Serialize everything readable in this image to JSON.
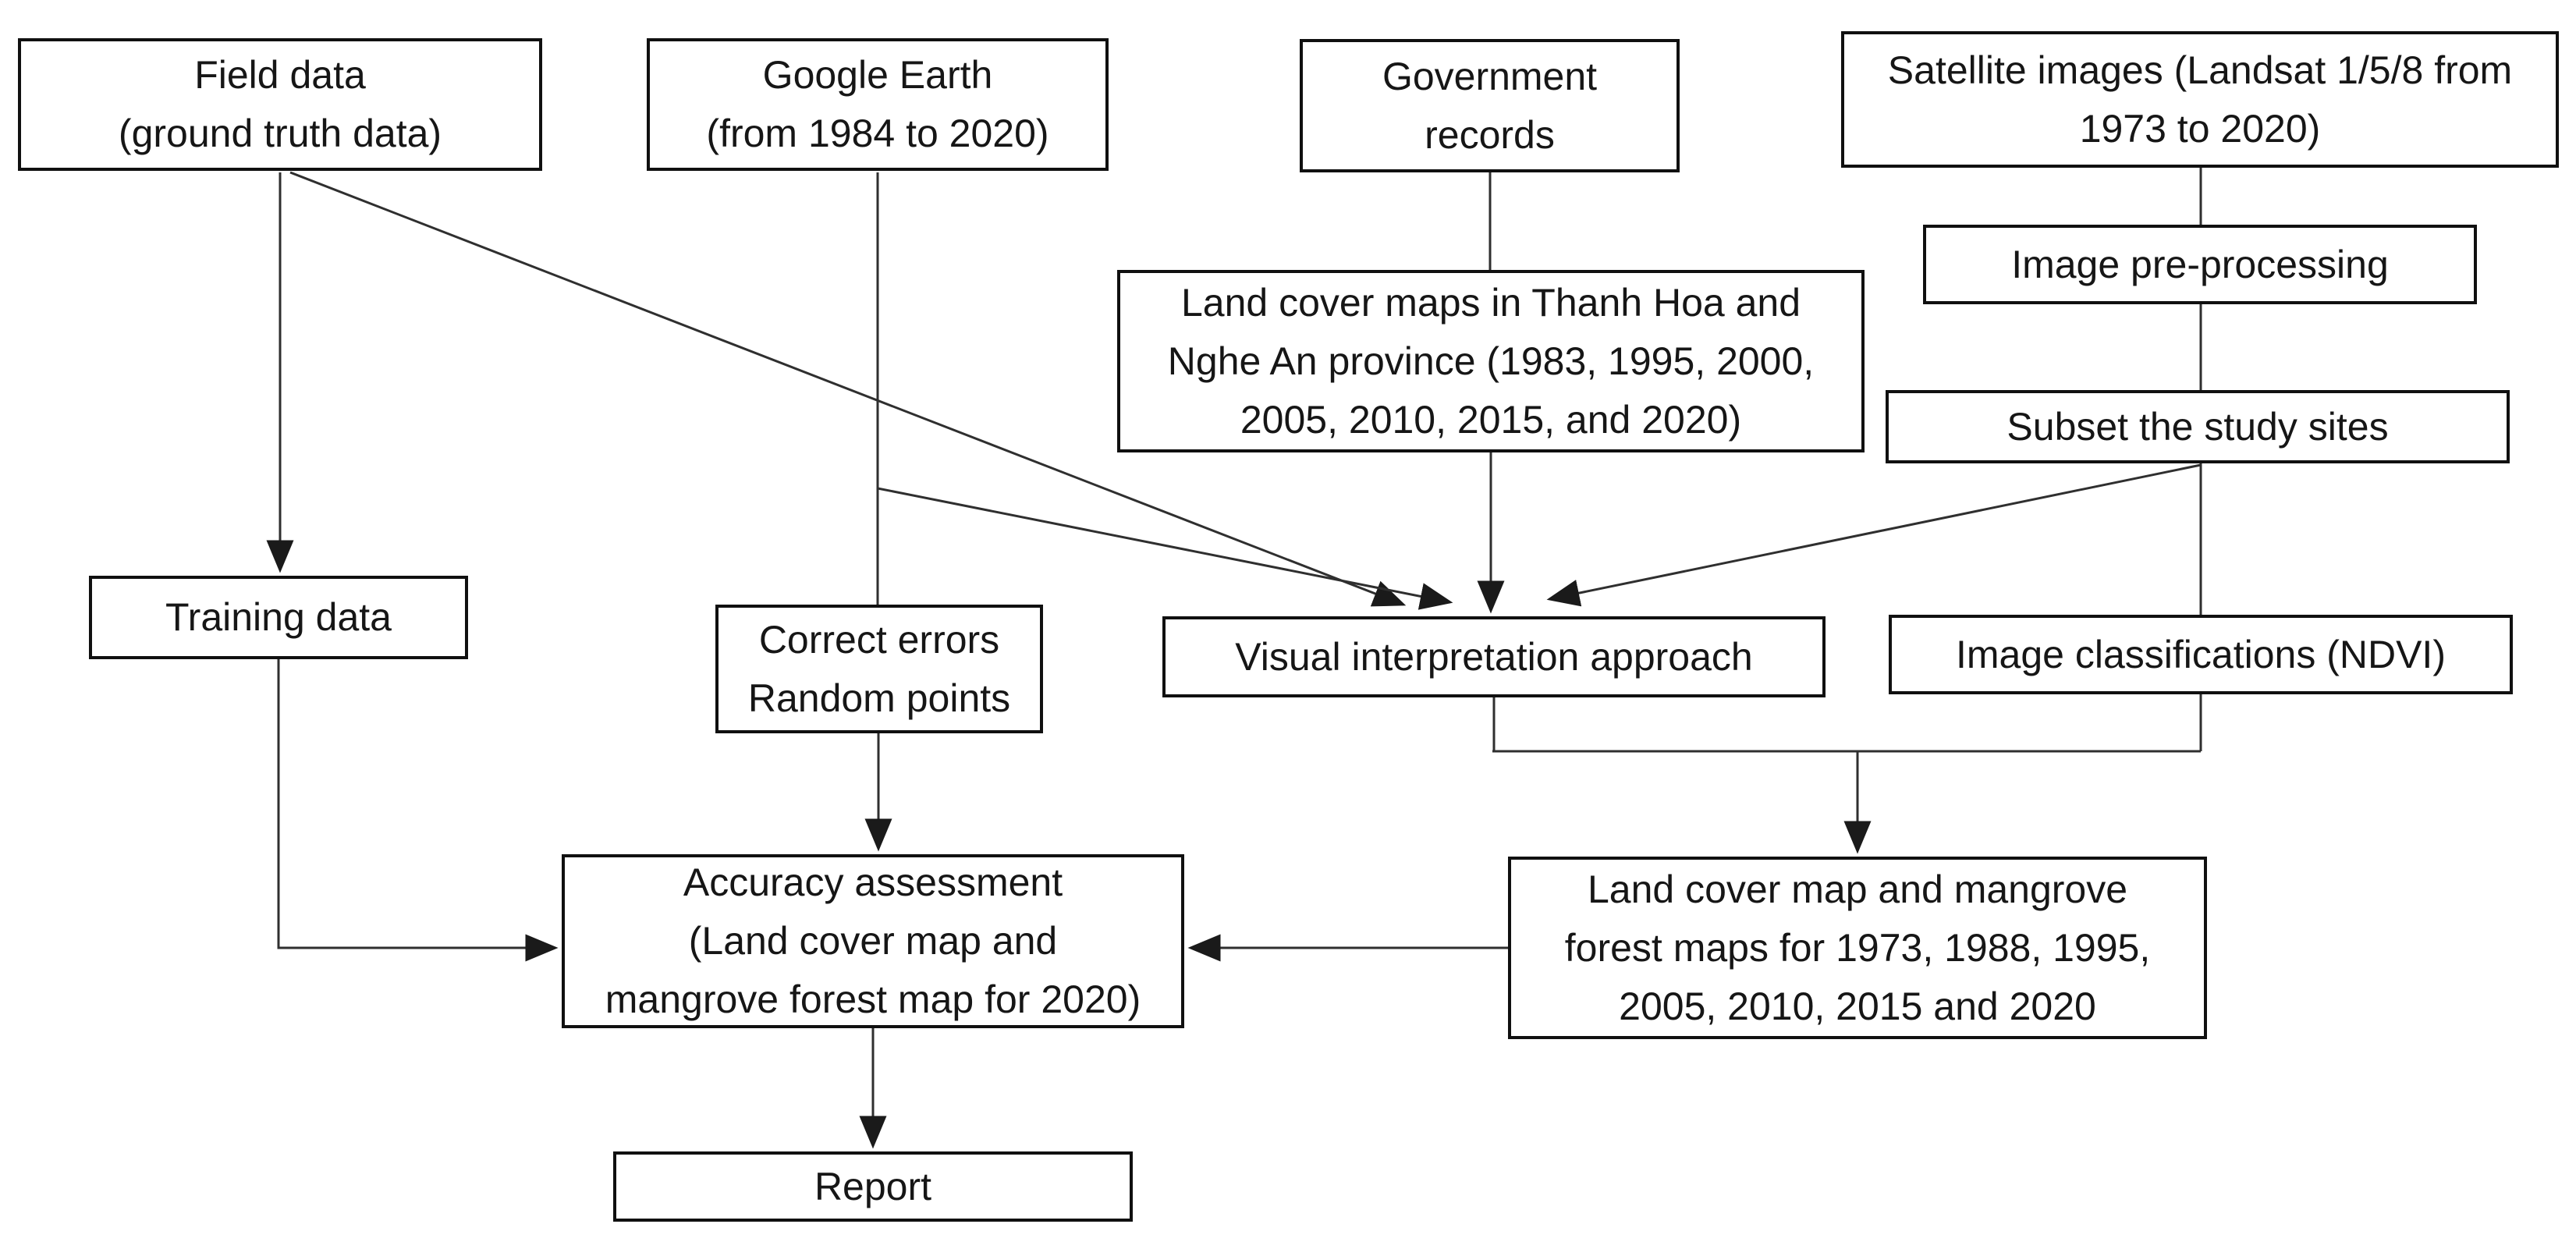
{
  "nodes": {
    "field_data": {
      "label": "Field data\n(ground truth data)"
    },
    "google_earth": {
      "label": "Google Earth\n(from 1984 to 2020)"
    },
    "government_records": {
      "label": "Government\nrecords"
    },
    "satellite_images": {
      "label": "Satellite images (Landsat 1/5/8 from\n1973 to 2020)"
    },
    "image_preprocessing": {
      "label": "Image pre-processing"
    },
    "land_cover_maps_source": {
      "label": "Land cover maps in Thanh Hoa and\nNghe An province (1983, 1995, 2000,\n2005, 2010, 2015, and 2020)"
    },
    "subset_study_sites": {
      "label": "Subset the study sites"
    },
    "training_data": {
      "label": "Training data"
    },
    "correct_errors": {
      "label": "Correct errors\nRandom points"
    },
    "visual_interpretation": {
      "label": "Visual interpretation approach"
    },
    "image_classifications": {
      "label": "Image classifications (NDVI)"
    },
    "accuracy_assessment": {
      "label": "Accuracy assessment\n(Land cover map and\nmangrove forest map for 2020)"
    },
    "land_cover_mangrove_maps": {
      "label": "Land cover map and mangrove\nforest maps for 1973, 1988, 1995,\n2005, 2010, 2015 and 2020"
    },
    "report": {
      "label": "Report"
    }
  },
  "connections": [
    {
      "from": "field_data",
      "to": "training_data",
      "type": "arrow"
    },
    {
      "from": "field_data",
      "to": "visual_interpretation",
      "type": "arrow"
    },
    {
      "from": "google_earth",
      "to": "correct_errors",
      "type": "line"
    },
    {
      "from": "google_earth",
      "to": "visual_interpretation",
      "type": "arrow"
    },
    {
      "from": "government_records",
      "to": "land_cover_maps_source",
      "type": "line"
    },
    {
      "from": "land_cover_maps_source",
      "to": "visual_interpretation",
      "type": "arrow"
    },
    {
      "from": "satellite_images",
      "to": "image_preprocessing",
      "type": "line"
    },
    {
      "from": "image_preprocessing",
      "to": "subset_study_sites",
      "type": "line"
    },
    {
      "from": "subset_study_sites",
      "to": "image_classifications",
      "type": "line"
    },
    {
      "from": "subset_study_sites",
      "to": "visual_interpretation",
      "type": "arrow"
    },
    {
      "from": "visual_interpretation",
      "to": "land_cover_mangrove_maps",
      "type": "arrow"
    },
    {
      "from": "image_classifications",
      "to": "land_cover_mangrove_maps",
      "type": "arrow"
    },
    {
      "from": "training_data",
      "to": "accuracy_assessment",
      "type": "arrow"
    },
    {
      "from": "correct_errors",
      "to": "accuracy_assessment",
      "type": "arrow"
    },
    {
      "from": "land_cover_mangrove_maps",
      "to": "accuracy_assessment",
      "type": "arrow"
    },
    {
      "from": "accuracy_assessment",
      "to": "report",
      "type": "arrow"
    }
  ],
  "colors": {
    "background": "#ffffff",
    "box_fill": "#ffffff",
    "box_border": "#101010",
    "line": "#2f2f2f",
    "text": "#161616"
  }
}
